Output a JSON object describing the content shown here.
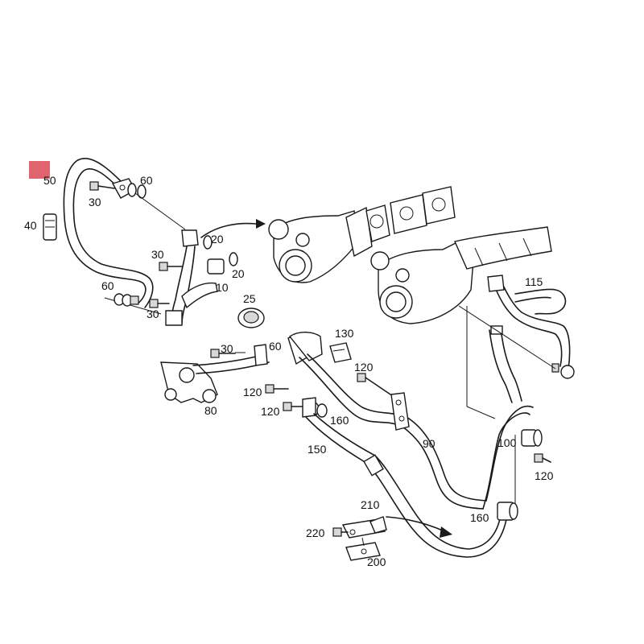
{
  "diagram": {
    "marker_color": "#e0646e",
    "labels": {
      "p50": "50",
      "p60a": "60",
      "p30a": "30",
      "p40": "40",
      "p20a": "20",
      "p30b": "30",
      "p20b": "20",
      "p10": "10",
      "p60b": "60",
      "p30c": "30",
      "p25": "25",
      "p115": "115",
      "p130": "130",
      "p30d": "30",
      "p60c": "60",
      "p120a": "120",
      "p120b": "120",
      "p120c": "120",
      "p80": "80",
      "p160a": "160",
      "p90": "90",
      "p150": "150",
      "p100": "100",
      "p120d": "120",
      "p160b": "160",
      "p210": "210",
      "p220": "220",
      "p200": "200"
    }
  }
}
